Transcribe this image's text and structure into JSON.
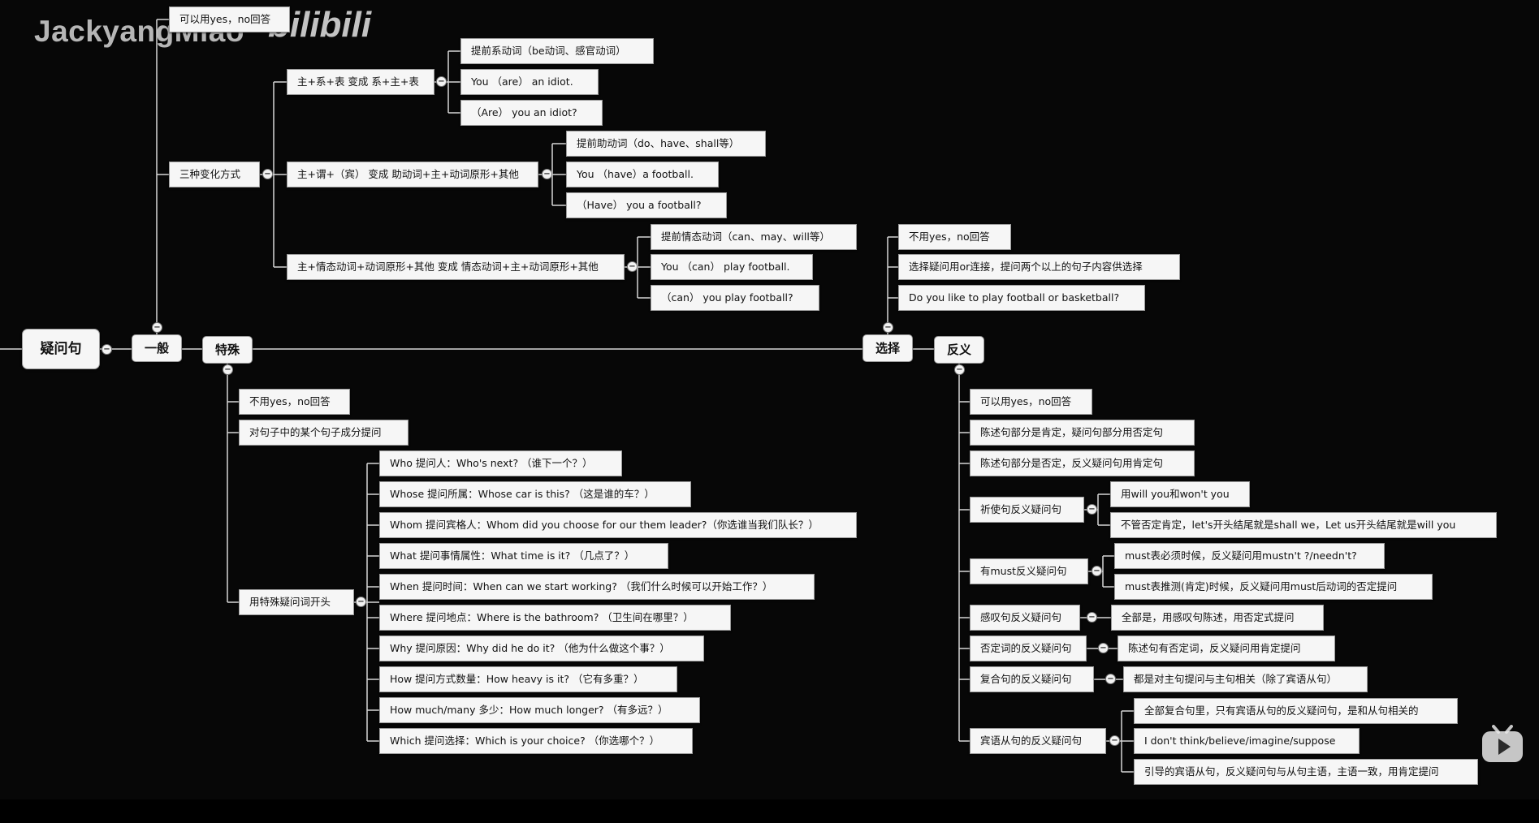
{
  "watermark": {
    "user": "JackyangMiao",
    "logo": "bilibili"
  },
  "icons": {
    "play": "play-icon",
    "toggle": "collapse-toggle-icon"
  },
  "colors": {
    "background": "#070707",
    "node_fill": "#f6f6f6",
    "line": "#d6d6d6"
  },
  "nodes": {
    "root": "疑问句",
    "general": "一般",
    "special": "特殊",
    "choice": "选择",
    "tag": "反义",
    "g_yesno": "可以用yes，no回答",
    "g_three": "三种变化方式",
    "g_b1": "主+系+表 变成 系+主+表",
    "g_b1_1": "提前系动词（be动词、感官动词）",
    "g_b1_2": "You （are） an idiot.",
    "g_b1_3": "（Are） you an idiot?",
    "g_b2": "主+谓+（宾） 变成 助动词+主+动词原形+其他",
    "g_b2_1": "提前助动词（do、have、shall等）",
    "g_b2_2": "You （have）a football.",
    "g_b2_3": "（Have） you a football?",
    "g_b3": "主+情态动词+动词原形+其他 变成 情态动词+主+动词原形+其他",
    "g_b3_1": "提前情态动词（can、may、will等）",
    "g_b3_2": "You （can） play football.",
    "g_b3_3": "（can） you play football?",
    "c_1": "不用yes，no回答",
    "c_2": "选择疑问用or连接，提问两个以上的句子内容供选择",
    "c_3": "Do you like to play football or basketball?",
    "s_1": "不用yes，no回答",
    "s_2": "对句子中的某个句子成分提问",
    "s_3": "用特殊疑问词开头",
    "s_q1": "Who 提问人：Who's next? （谁下一个？）",
    "s_q2": "Whose 提问所属：Whose car is this? （这是谁的车？）",
    "s_q3": "Whom 提问宾格人：Whom did you choose for our them leader?（你选谁当我们队长？）",
    "s_q4": "What 提问事情属性：What time is it? （几点了？）",
    "s_q5": "When 提问时间：When can we start working? （我们什么时候可以开始工作？）",
    "s_q6": "Where 提问地点：Where is the bathroom? （卫生间在哪里？）",
    "s_q7": "Why 提问原因：Why did he do it? （他为什么做这个事？）",
    "s_q8": "How 提问方式数量：How heavy is it? （它有多重？）",
    "s_q9": "How much/many 多少：How much longer? （有多远？）",
    "s_q10": "Which 提问选择：Which is your choice? （你选哪个？）",
    "t_1": "可以用yes，no回答",
    "t_2": "陈述句部分是肯定，疑问句部分用否定句",
    "t_3": "陈述句部分是否定，反义疑问句用肯定句",
    "t_4": "祈使句反义疑问句",
    "t_4a": "用will you和won't you",
    "t_4b": "不管否定肯定，let's开头结尾就是shall we，Let us开头结尾就是will you",
    "t_5": "有must反义疑问句",
    "t_5a": "must表必须时候，反义疑问用mustn't ?/needn't?",
    "t_5b": "must表推测(肯定)时候，反义疑问用must后动词的否定提问",
    "t_6": "感叹句反义疑问句",
    "t_6a": "全部是，用感叹句陈述，用否定式提问",
    "t_7": "否定词的反义疑问句",
    "t_7a": "陈述句有否定词，反义疑问用肯定提问",
    "t_8": "复合句的反义疑问句",
    "t_8a": "都是对主句提问与主句相关（除了宾语从句）",
    "t_9": "宾语从句的反义疑问句",
    "t_9a": "全部复合句里，只有宾语从句的反义疑问句，是和从句相关的",
    "t_9b": "I don't think/believe/imagine/suppose",
    "t_9c": "引导的宾语从句，反义疑问句与从句主语，主语一致，用肯定提问"
  }
}
